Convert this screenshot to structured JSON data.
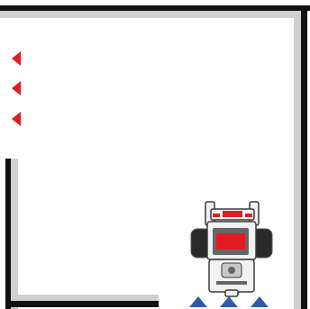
{
  "maze": {
    "walls_drawn": true,
    "colors": {
      "wall": "#111111",
      "wall_edge": "#d0d0d0",
      "floor": "#ffffff"
    }
  },
  "markers": {
    "left_arrows": {
      "count": 3,
      "color": "#e21b23",
      "icon": "left-arrow-icon"
    },
    "up_arrows": {
      "count": 3,
      "color": "#2f5ca8",
      "icon": "up-arrow-icon"
    }
  },
  "robot": {
    "icon": "lego-ev3-robot-icon",
    "heading": "up",
    "colors": {
      "body": "#f2f2f2",
      "outline": "#3b3b3b",
      "accent": "#e21b23",
      "wheel": "#2a2a2a",
      "screen_frame": "#666666"
    }
  }
}
